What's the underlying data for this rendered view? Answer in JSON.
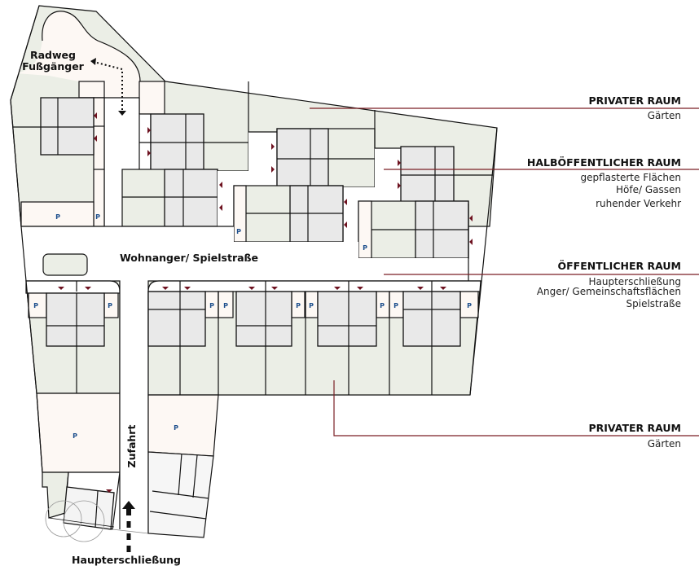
{
  "labels": {
    "radweg": "Radweg",
    "fussgaenger": "Fußgänger",
    "wohnanger": "Wohnanger/ Spielstraße",
    "zufahrt": "Zufahrt",
    "haupterschliessung": "Haupterschließung",
    "parking": "P"
  },
  "legend": [
    {
      "title": "PRIVATER RAUM",
      "items": [
        "Gärten"
      ]
    },
    {
      "title": "HALBÖFFENTLICHER RAUM",
      "items": [
        "gepflasterte Flächen",
        "Höfe/ Gassen",
        "ruhender Verkehr"
      ]
    },
    {
      "title": "ÖFFENTLICHER RAUM",
      "items": [
        "Haupterschließung",
        "Anger/ Gemeinschaftsflächen",
        "Spielstraße"
      ]
    },
    {
      "title": "PRIVATER RAUM",
      "items": [
        "Gärten"
      ]
    }
  ],
  "colors": {
    "garden": "#ebeee6",
    "house": "#e9e9e9",
    "paving": "#fdf8f4",
    "accent": "#7a1f24"
  }
}
